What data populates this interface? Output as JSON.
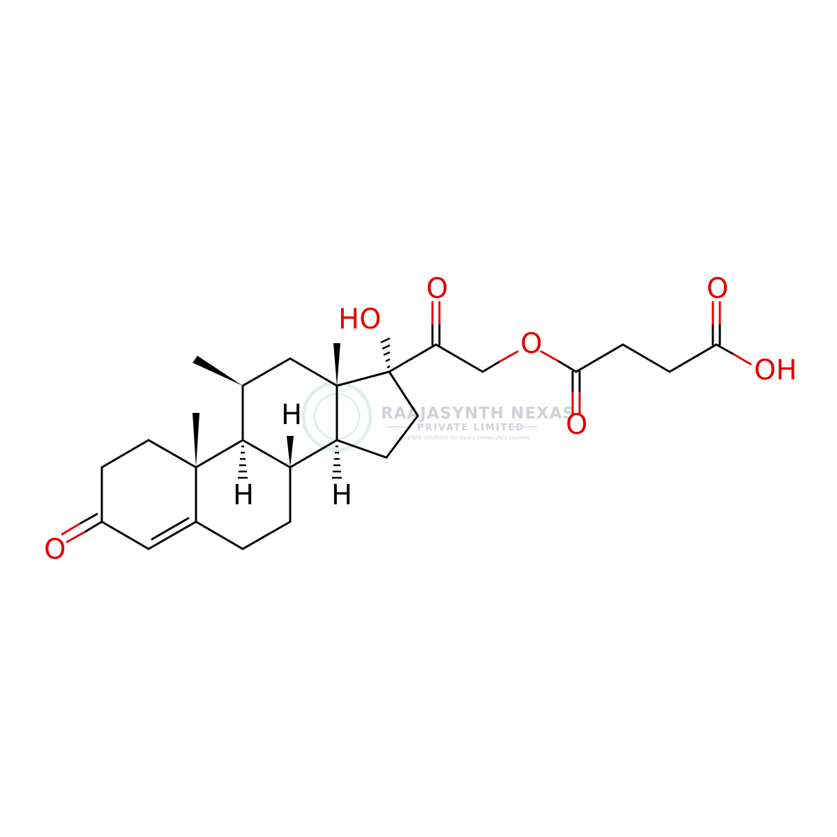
{
  "watermark": {
    "title": "RAAJASYNTH NEXAS",
    "subtitle": "PRIVATE LIMITED",
    "tagline": "Complete solutions for every molecule's journey"
  },
  "atoms": {
    "o_ketone3": "O",
    "o_ketone20": "O",
    "o_hydroxyl17": "HO",
    "o_ester": "O",
    "o_ester_carbonyl": "O",
    "o_acid_carbonyl": "O",
    "o_acid_hydroxyl": "OH",
    "h_c8": "H",
    "h_c9": "H",
    "h_c14": "H"
  },
  "colors": {
    "bond": "#000000",
    "oxygen": "#e60000",
    "watermark": "#cfd3d8"
  }
}
